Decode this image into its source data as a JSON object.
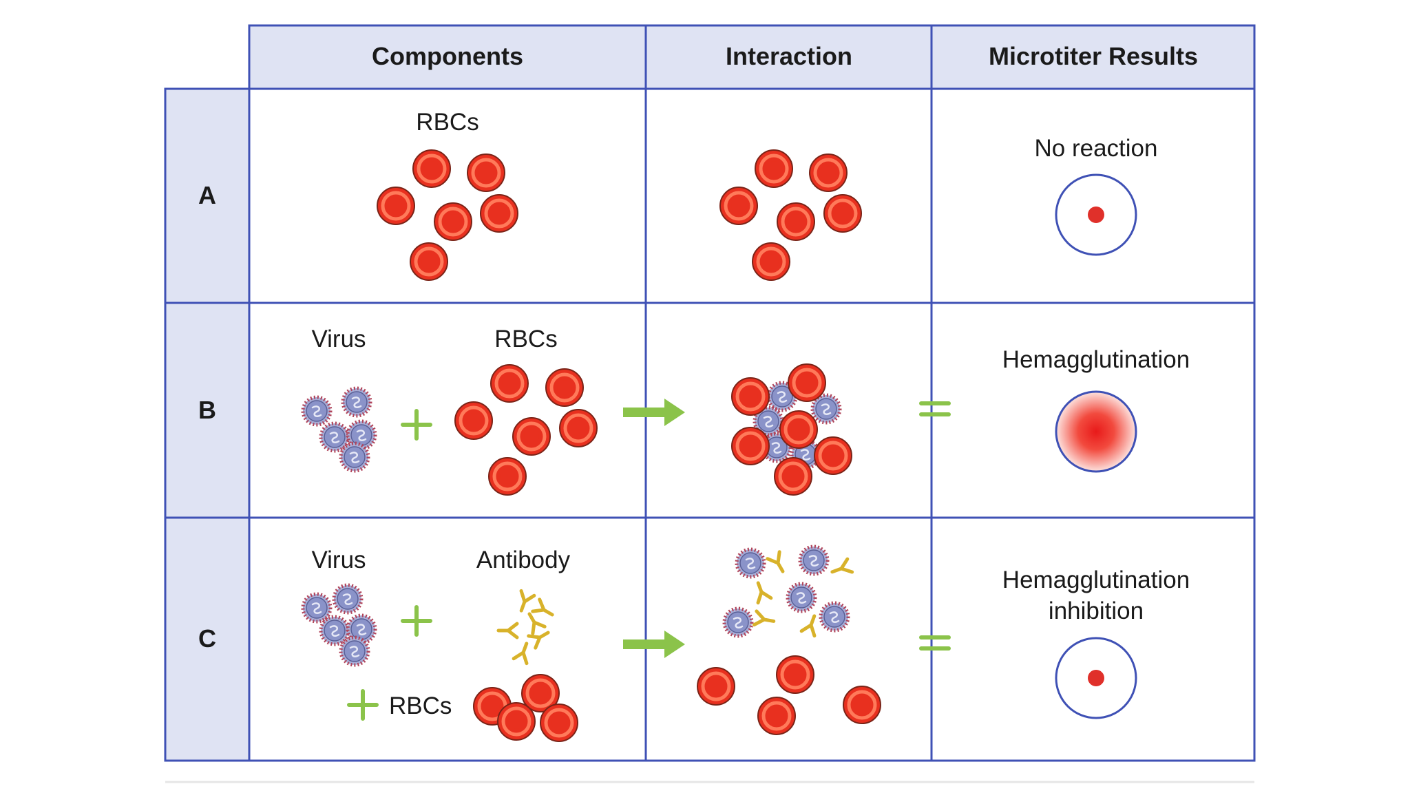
{
  "headers": {
    "components": "Components",
    "interaction": "Interaction",
    "results": "Microtiter Results"
  },
  "rows": {
    "a": {
      "label": "A",
      "component_rbcs": "RBCs",
      "result": "No reaction"
    },
    "b": {
      "label": "B",
      "component_virus": "Virus",
      "component_rbcs": "RBCs",
      "result": "Hemagglutination"
    },
    "c": {
      "label": "C",
      "component_virus": "Virus",
      "component_antibody": "Antibody",
      "component_rbcs": "RBCs",
      "result_line1": "Hemagglutination",
      "result_line2": "inhibition"
    }
  },
  "colors": {
    "grid_border": "#3f51b5",
    "header_fill": "#dfe3f3",
    "rbc_fill": "#e8301f",
    "rbc_center": "#ff7a5a",
    "virus_fill": "#8a93c9",
    "virus_spike": "#b0445a",
    "antibody": "#d8b22a",
    "arrow": "#8bc34a"
  }
}
